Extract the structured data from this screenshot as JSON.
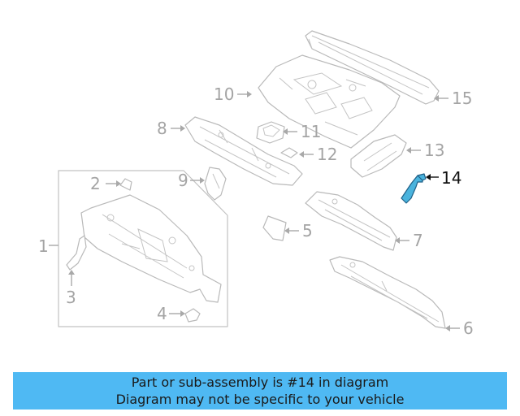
{
  "callouts": {
    "c1": "1",
    "c2": "2",
    "c3": "3",
    "c4": "4",
    "c5": "5",
    "c6": "6",
    "c7": "7",
    "c8": "8",
    "c9": "9",
    "c10": "10",
    "c11": "11",
    "c12": "12",
    "c13": "13",
    "c14": "14",
    "c15": "15"
  },
  "highlighted_part": "14",
  "colors": {
    "highlight_fill": "#4ab3dd",
    "banner_background": "#4fb9f3",
    "line_gray": "#b9b9b9"
  },
  "banner": {
    "line1": "Part or sub-assembly is #14 in diagram",
    "line2": "Diagram may not be specific to your vehicle"
  }
}
